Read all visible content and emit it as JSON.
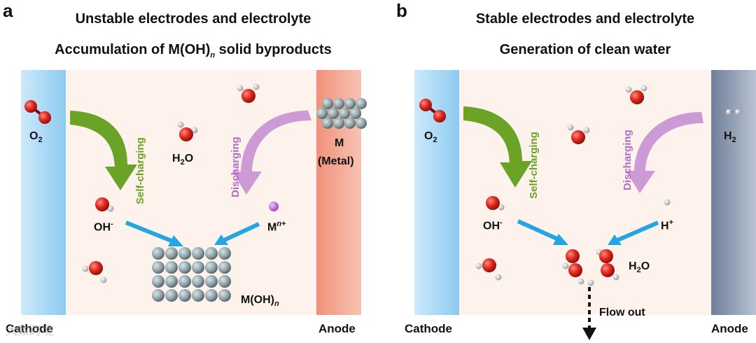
{
  "panel_a": {
    "letter": "a",
    "title_1": "Unstable electrodes and electrolyte",
    "title_2_pre": "Accumulation of M(OH)",
    "title_2_italic": "n",
    "title_2_post": " solid byproducts",
    "cathode_label": "Cathode",
    "anode_label": "Anode",
    "o2": "O",
    "o2_sub": "2",
    "h2o": "H",
    "h2o_sub": "2",
    "h2o_post": "O",
    "oh": "OH",
    "oh_sup": "-",
    "mn": "M",
    "mn_sup": "n+",
    "metal_1": "M",
    "metal_2": "(Metal)",
    "moh": "M(OH)",
    "moh_sub": "n",
    "arrow_self": "Self-charging",
    "arrow_dis": "Discharging"
  },
  "panel_b": {
    "letter": "b",
    "title_1": "Stable electrodes and electrolyte",
    "title_2": "Generation of clean water",
    "cathode_label": "Cathode",
    "anode_label": "Anode",
    "o2": "O",
    "o2_sub": "2",
    "h2": "H",
    "h2_sub": "2",
    "oh": "OH",
    "oh_sup": "-",
    "hplus": "H",
    "hplus_sup": "+",
    "h2o": "H",
    "h2o_sub": "2",
    "h2o_post": "O",
    "flow": "Flow out",
    "arrow_self": "Self-charging",
    "arrow_dis": "Discharging"
  },
  "watermark": "大数跨境",
  "colors": {
    "cathode": "#a9d8f5",
    "anode_a": "#f3a794",
    "anode_b": "#8f9db3",
    "chamber": "#fdf3ec",
    "self_arrow": "#6aa326",
    "dis_arrow": "#b46dc4",
    "blue_arrow": "#23a6e2",
    "oxygen": "#d62020",
    "metal_ball": "#8fa3a8"
  }
}
